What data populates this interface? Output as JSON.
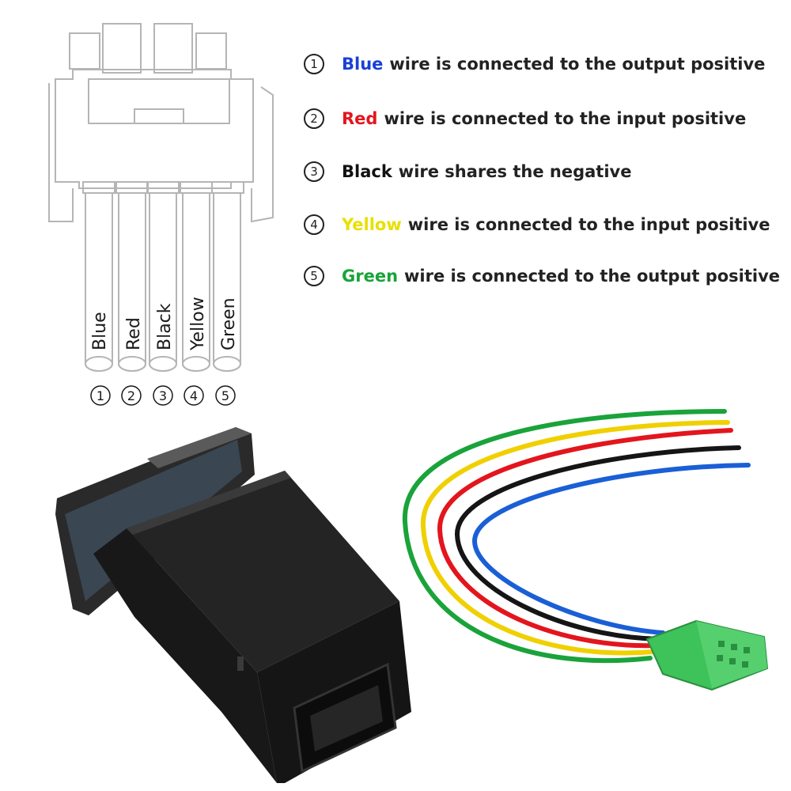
{
  "diagram": {
    "wire_labels": [
      "Blue",
      "Red",
      "Black",
      "Yellow",
      "Green"
    ],
    "wire_numbers": [
      "1",
      "2",
      "3",
      "4",
      "5"
    ]
  },
  "legend": {
    "items": [
      {
        "number": "1",
        "color_word": "Blue",
        "color": "#1a3fd6",
        "text": "wire is connected to the output positive"
      },
      {
        "number": "2",
        "color_word": "Red",
        "color": "#e3151d",
        "text": "wire is connected to the input positive"
      },
      {
        "number": "3",
        "color_word": "Black",
        "color": "#111111",
        "text": "wire shares the negative"
      },
      {
        "number": "4",
        "color_word": "Yellow",
        "color": "#e8e000",
        "text": "wire is connected to the input positive"
      },
      {
        "number": "5",
        "color_word": "Green",
        "color": "#1aa33a",
        "text": "wire is connected to the output positive"
      }
    ]
  },
  "colors": {
    "outline": "#b5b5b5",
    "switch_body": "#1d1d1d",
    "plug_green": "#3ec25a"
  }
}
